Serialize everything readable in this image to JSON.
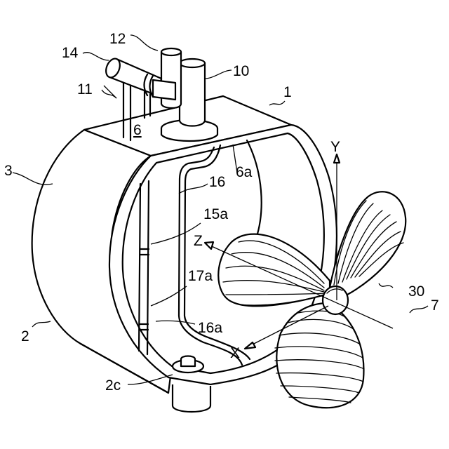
{
  "figure": {
    "labels": {
      "n1": "1",
      "n2": "2",
      "n2c": "2c",
      "n3": "3",
      "n6": "6",
      "n6a": "6a",
      "n7": "7",
      "n10": "10",
      "n11": "11",
      "n12": "12",
      "n14": "14",
      "n15a": "15a",
      "n16": "16",
      "n16a": "16a",
      "n17a": "17a",
      "n30": "30",
      "axis_x": "X",
      "axis_y": "Y",
      "axis_z": "Z"
    }
  }
}
